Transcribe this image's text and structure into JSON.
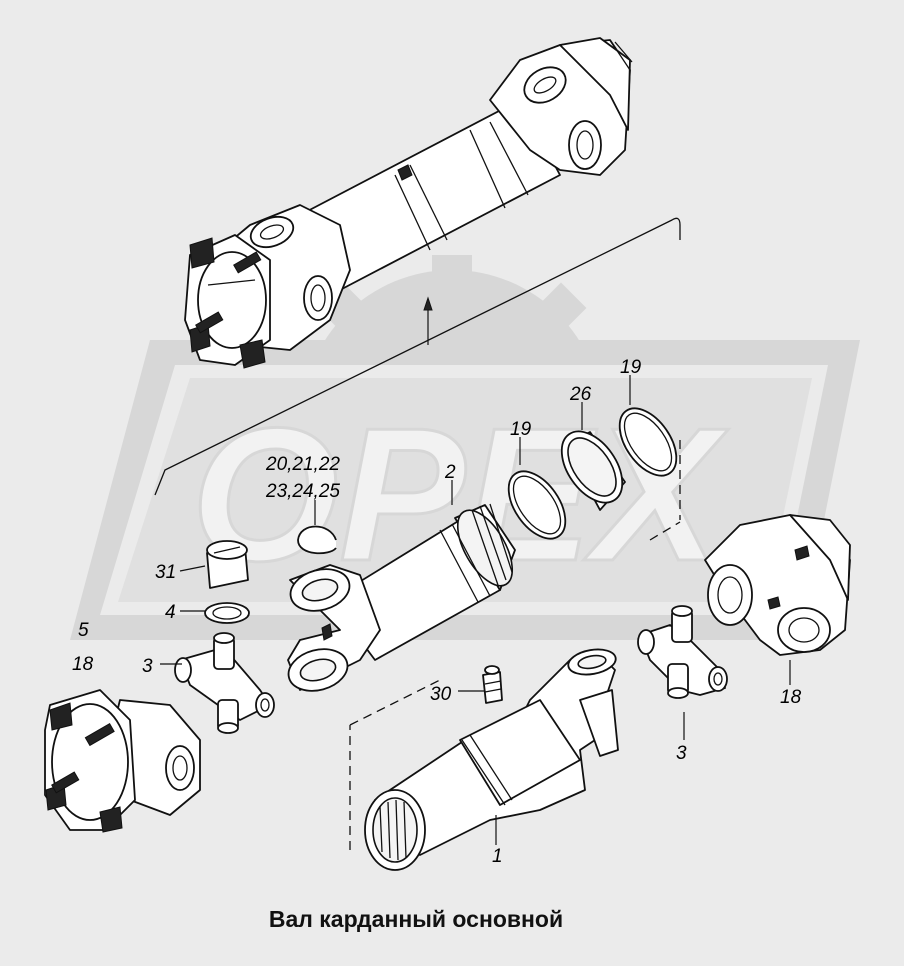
{
  "caption": "Вал карданный основной",
  "watermark": {
    "text": "ОРЕХ"
  },
  "labels": {
    "l1": "1",
    "l2": "2",
    "l3a": "3",
    "l3b": "3",
    "l4": "4",
    "l5": "5",
    "l18a": "18",
    "l18b": "18",
    "l19a": "19",
    "l19b": "19",
    "l20": "20,21,22",
    "l23": "23,24,25",
    "l26": "26",
    "l30": "30",
    "l31": "31"
  },
  "colors": {
    "background": "#ebebeb",
    "watermark": "#d7d7d7",
    "ink": "#111111"
  }
}
